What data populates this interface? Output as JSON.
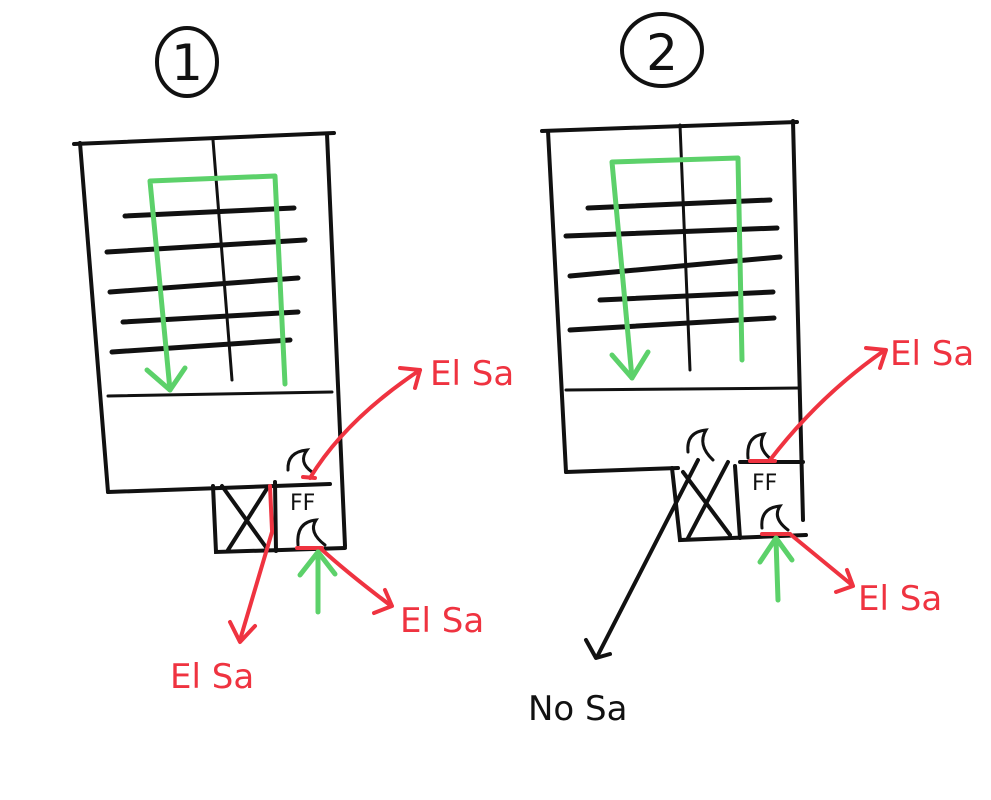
{
  "panels": [
    {
      "number": "1",
      "ff_label": "FF",
      "annotations": [
        "El Sa",
        "El Sa",
        "El Sa"
      ]
    },
    {
      "number": "2",
      "ff_label": "FF",
      "annotations": [
        "El Sa",
        "El Sa"
      ],
      "no_label": "No Sa"
    }
  ],
  "colors": {
    "red": "#ef3340",
    "green": "#5cd16a",
    "black": "#111111"
  }
}
